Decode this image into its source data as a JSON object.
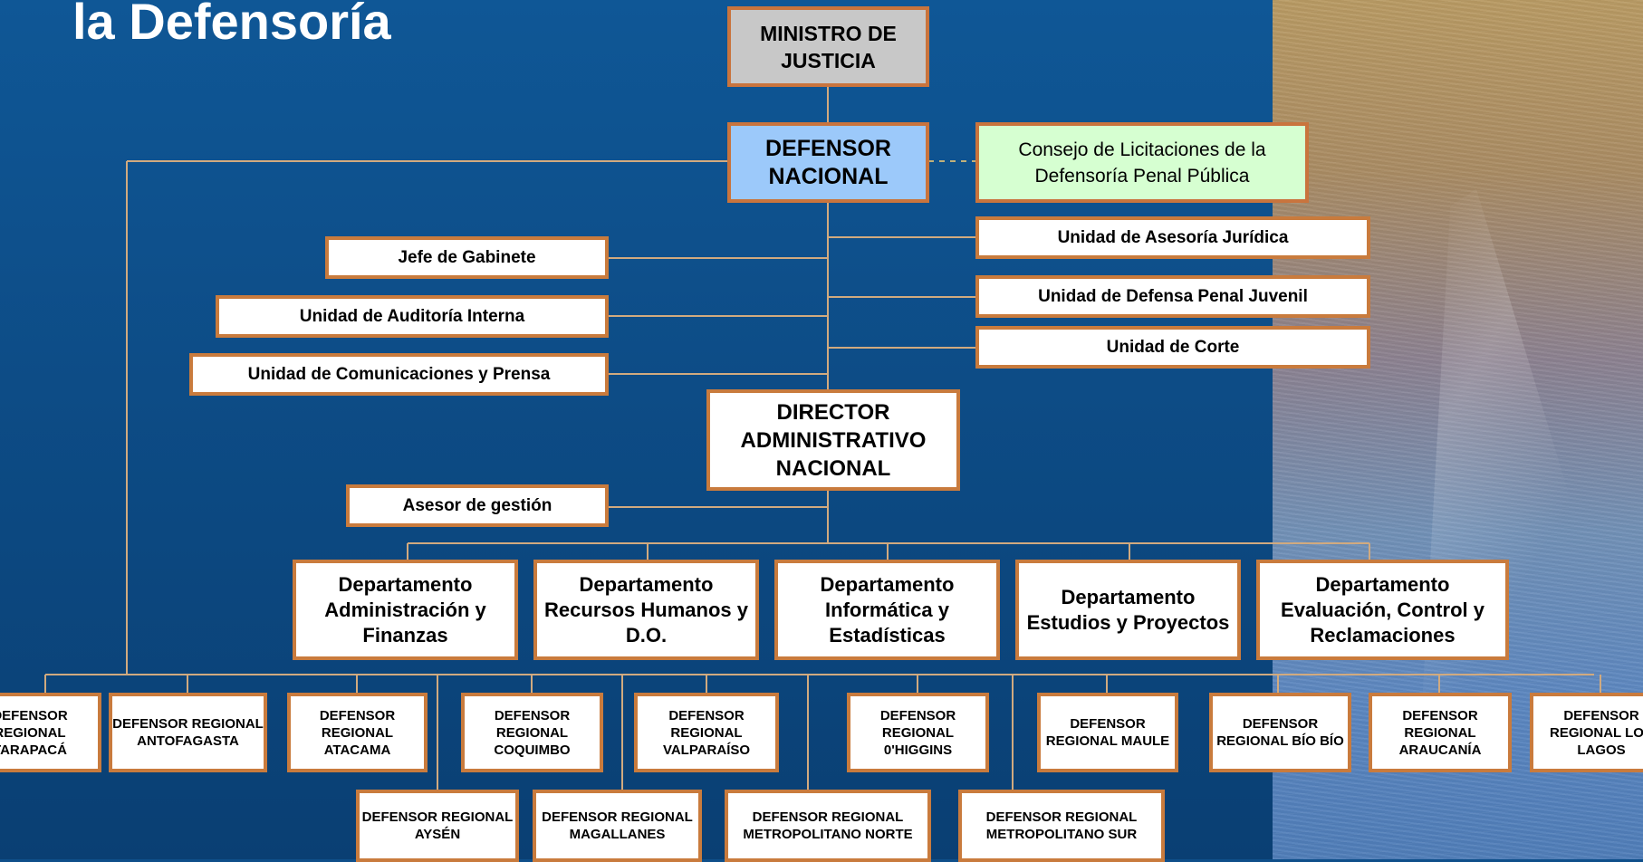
{
  "title": "la Defensoría",
  "colors": {
    "background": "#0f4f8a",
    "box_border": "#c97b3d",
    "connector": "#d1aa7f",
    "ministro_fill": "#c8c8c8",
    "defensor_fill": "#9cc9fa",
    "consejo_fill": "#d6ffd1"
  },
  "boxes": {
    "ministro": "MINISTRO DE JUSTICIA",
    "defensor_nacional": "DEFENSOR NACIONAL",
    "consejo": "Consejo de Licitaciones de la Defensoría Penal Pública",
    "jefe_gabinete": "Jefe de Gabinete",
    "auditoria": "Unidad de Auditoría Interna",
    "comunicaciones": "Unidad de Comunicaciones y Prensa",
    "asesoria_juridica": "Unidad de Asesoría Jurídica",
    "defensa_juvenil": "Unidad de Defensa Penal Juvenil",
    "corte": "Unidad de Corte",
    "director": "DIRECTOR ADMINISTRATIVO NACIONAL",
    "asesor_gestion": "Asesor de gestión"
  },
  "departments": [
    "Departamento Administración y Finanzas",
    "Departamento Recursos Humanos y D.O.",
    "Departamento Informática y Estadísticas",
    "Departamento Estudios y Proyectos",
    "Departamento Evaluación, Control y Reclamaciones"
  ],
  "regionals_top": [
    "DEFENSOR REGIONAL TARAPACÁ",
    "DEFENSOR REGIONAL ANTOFAGASTA",
    "DEFENSOR REGIONAL ATACAMA",
    "DEFENSOR REGIONAL COQUIMBO",
    "DEFENSOR REGIONAL VALPARAÍSO",
    "DEFENSOR REGIONAL 0'HIGGINS",
    "DEFENSOR REGIONAL MAULE",
    "DEFENSOR REGIONAL BÍO BÍO",
    "DEFENSOR REGIONAL ARAUCANÍA",
    "DEFENSOR REGIONAL LOS LAGOS"
  ],
  "regionals_bottom": [
    "DEFENSOR REGIONAL AYSÉN",
    "DEFENSOR REGIONAL MAGALLANES",
    "DEFENSOR REGIONAL METROPOLITANO NORTE",
    "DEFENSOR REGIONAL METROPOLITANO SUR"
  ]
}
